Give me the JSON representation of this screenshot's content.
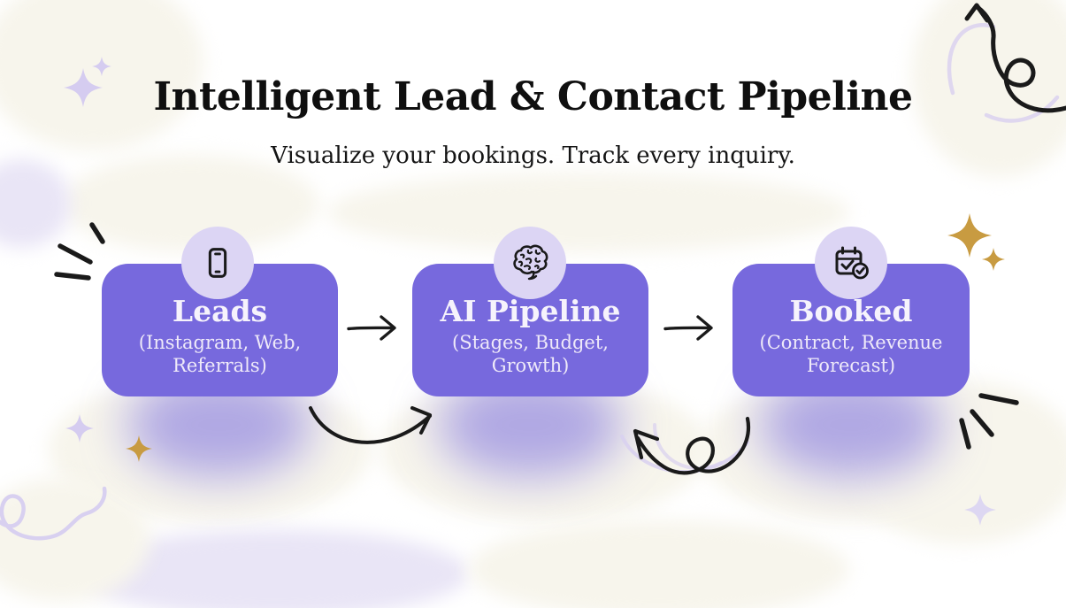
{
  "header": {
    "title": "Intelligent Lead & Contact Pipeline",
    "subtitle": "Visualize your bookings. Track every inquiry."
  },
  "pipeline": {
    "stages": [
      {
        "title": "Leads",
        "subtitle": "(Instagram, Web, Referrals)",
        "icon": "smartphone-icon"
      },
      {
        "title": "AI Pipeline",
        "subtitle": "(Stages, Budget, Growth)",
        "icon": "brain-icon"
      },
      {
        "title": "Booked",
        "subtitle": "(Contract, Revenue Forecast)",
        "icon": "calendar-check-icon"
      }
    ]
  },
  "decor": {
    "icons": [
      "arrow-right-icon",
      "arrow-right-icon",
      "curved-arrow-icon",
      "loop-arrow-icon",
      "curly-arrow-up-icon",
      "sparkle-icon",
      "emphasis-dashes-icon",
      "swirl-icon",
      "cloud-shape"
    ],
    "colors": {
      "card_purple": "#7769dd",
      "icon_circle_lavender": "#dcd5f4",
      "card_text": "#f6f3fc",
      "heading_text": "#0f0f0f",
      "arrow_ink": "#1a1a1a",
      "gold_sparkle": "#c89b41",
      "lavender_sparkle": "#d5ccf0",
      "cloud_cream": "#f7f5ec",
      "cloud_lavender": "#e9e5f6"
    }
  }
}
